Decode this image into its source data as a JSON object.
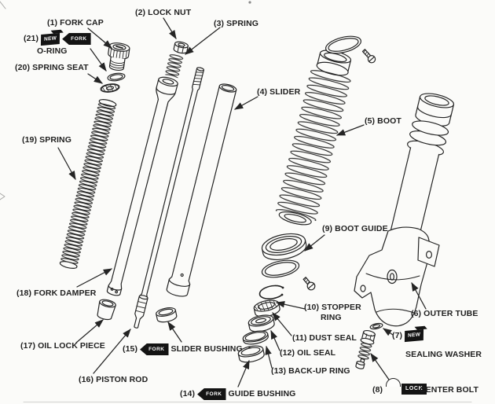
{
  "parts": [
    {
      "num": "(1)",
      "name": "FORK CAP"
    },
    {
      "num": "(2)",
      "name": "LOCK NUT"
    },
    {
      "num": "(3)",
      "name": "SPRING"
    },
    {
      "num": "(4)",
      "name": "SLIDER"
    },
    {
      "num": "(5)",
      "name": "BOOT"
    },
    {
      "num": "(6)",
      "name": "OUTER TUBE"
    },
    {
      "num": "(7)",
      "name": "SEALING WASHER",
      "badge": "new"
    },
    {
      "num": "(8)",
      "name": "CENTER BOLT",
      "badge": "lock"
    },
    {
      "num": "(9)",
      "name": "BOOT GUIDE"
    },
    {
      "num": "(10)",
      "name": "STOPPER RING",
      "line1": "STOPPER",
      "line2": "RING"
    },
    {
      "num": "(11)",
      "name": "DUST SEAL"
    },
    {
      "num": "(12)",
      "name": "OIL SEAL"
    },
    {
      "num": "(13)",
      "name": "BACK-UP RING"
    },
    {
      "num": "(14)",
      "name": "GUIDE BUSHING",
      "badge": "fork"
    },
    {
      "num": "(15)",
      "name": "SLIDER BUSHING",
      "badge": "fork"
    },
    {
      "num": "(16)",
      "name": "PISTON ROD"
    },
    {
      "num": "(17)",
      "name": "OIL LOCK PIECE"
    },
    {
      "num": "(18)",
      "name": "FORK DAMPER"
    },
    {
      "num": "(19)",
      "name": "SPRING"
    },
    {
      "num": "(20)",
      "name": "SPRING SEAT"
    },
    {
      "num": "(21)",
      "name": "O-RING",
      "badges": [
        "new",
        "fork"
      ]
    }
  ],
  "badges": {
    "fork": "FORK",
    "new": "NEW",
    "lock": "LOCK"
  },
  "colors": {
    "ink": "#242424",
    "paper": "#fbfbf9",
    "badge_bg": "#141414",
    "badge_text": "#ffffff"
  }
}
